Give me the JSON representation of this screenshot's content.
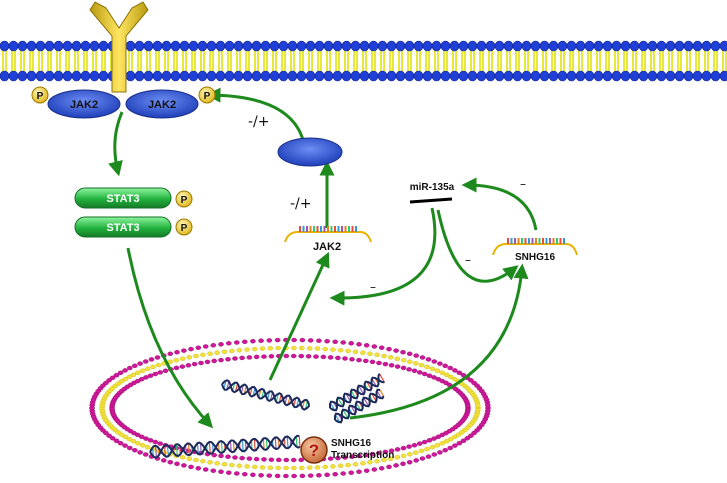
{
  "labels": {
    "jak2_left": "JAK2",
    "jak2_right": "JAK2",
    "phospho": "P",
    "stat3_top": "STAT3",
    "stat3_bottom": "STAT3",
    "jak2_mrna": "JAK2",
    "mir": "miR-135a",
    "snhg16": "SNHG16",
    "snhg16_transcription_line1": "SNHG16",
    "snhg16_transcription_line2": "Transcription",
    "question": "?"
  },
  "signs": {
    "jak2_to_membrane": "-/+",
    "mrna_to_protein": "-/+",
    "snhg16_to_mir": "–",
    "mir_to_jak2": "–",
    "mir_to_snhg16": "–"
  },
  "colors": {
    "arrow": "#1e8a1e",
    "membrane_head": "#1f3fd6",
    "membrane_tail": "#e8e838",
    "receptor": "#e2c21a",
    "jak2": "#2b54d8",
    "stat3": "#2ec24a",
    "phospho": "#f2d34a",
    "nucleus_outer": "#d0179a",
    "nucleus_inner": "#f0e040",
    "mrna_backbone": "#e8b400",
    "question": "#c0392b"
  }
}
